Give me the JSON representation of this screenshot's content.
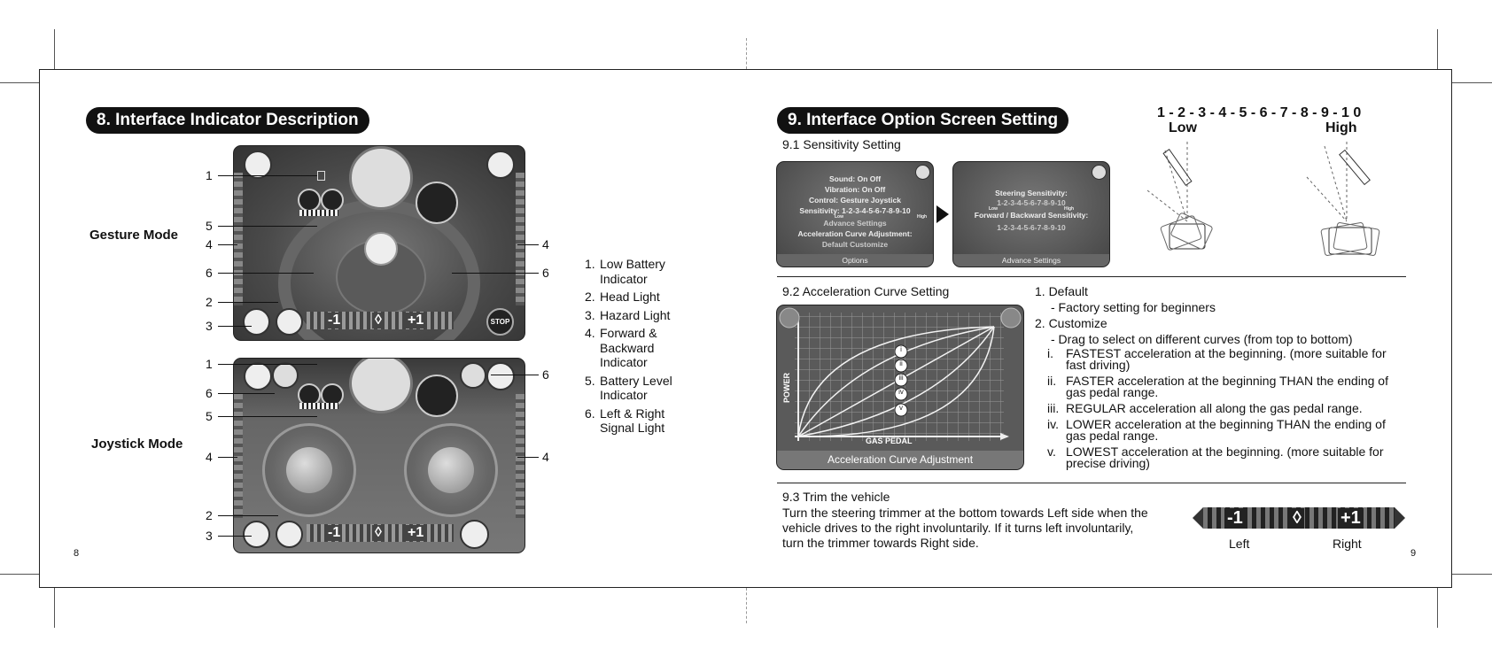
{
  "page_numbers": {
    "left": "8",
    "right": "9"
  },
  "section8": {
    "title": "8. Interface Indicator Description",
    "gesture_mode_label": "Gesture Mode",
    "joystick_mode_label": "Joystick Mode",
    "gesture_callouts": {
      "n1": "1",
      "n5": "5",
      "n4l": "4",
      "n6l": "6",
      "n2": "2",
      "n3": "3",
      "n4r": "4",
      "n6r": "6"
    },
    "joystick_callouts": {
      "n1": "1",
      "n6l": "6",
      "n5": "5",
      "n4l": "4",
      "n2": "2",
      "n3": "3",
      "n6r": "6",
      "n4r": "4"
    },
    "screen_trim": {
      "minus": "-1",
      "plus": "+1",
      "stop": "STOP"
    },
    "legend": [
      {
        "num": "1.",
        "text": "Low Battery",
        "text2": "Indicator"
      },
      {
        "num": "2.",
        "text": "Head Light",
        "text2": ""
      },
      {
        "num": "3.",
        "text": "Hazard Light",
        "text2": ""
      },
      {
        "num": "4.",
        "text": "Forward &",
        "text2": "Backward",
        "text3": "Indicator"
      },
      {
        "num": "5.",
        "text": "Battery Level",
        "text2": "Indicator"
      },
      {
        "num": "6.",
        "text": "Left & Right",
        "text2": "Signal Light"
      }
    ]
  },
  "section9": {
    "title": "9. Interface Option Screen Setting",
    "sub1": "9.1 Sensitivity Setting",
    "options_screen": {
      "sound": "Sound: On  Off",
      "vibration": "Vibration: On  Off",
      "control": "Control: Gesture  Joystick",
      "sensitivity": "Sensitivity: 1-2-3-4-5-6-7-8-9-10",
      "low": "Low",
      "high": "High",
      "advance": "Advance Settings",
      "accel": "Acceleration Curve Adjustment:",
      "default_customize": "Default   Customize",
      "footer": "Options"
    },
    "advance_screen": {
      "steering": "Steering Sensitivity:",
      "scale1": "1-2-3-4-5-6-7-8-9-10",
      "low": "Low",
      "high": "High",
      "fb": "Forward / Backward Sensitivity:",
      "scale2": "1-2-3-4-5-6-7-8-9-10",
      "footer": "Advance Settings"
    },
    "scale_header": "1 - 2 - 3 - 4 - 5 - 6 - 7 - 8 - 9 - 1 0",
    "scale_low": "Low",
    "scale_high": "High",
    "sub2": "9.2 Acceleration Curve Setting",
    "curve_screen": {
      "ylabel": "POWER",
      "xlabel": "GAS PEDAL",
      "footer": "Acceleration Curve Adjustment",
      "markers": [
        "i",
        "ii",
        "iii",
        "iv",
        "v"
      ]
    },
    "curve_text": {
      "l1": "1. Default",
      "l2": "- Factory setting for beginners",
      "l3": "2. Customize",
      "l4": "- Drag to select on different curves (from top to bottom)",
      "items": [
        {
          "n": "i.",
          "a": "FASTEST acceleration at the beginning. (more suitable for",
          "b": "fast driving)"
        },
        {
          "n": "ii.",
          "a": "FASTER acceleration at the beginning THAN the ending of",
          "b": "gas pedal range."
        },
        {
          "n": "iii.",
          "a": "REGULAR acceleration all along the gas pedal range.",
          "b": ""
        },
        {
          "n": "iv.",
          "a": "LOWER acceleration at the beginning THAN the ending of",
          "b": "gas pedal range."
        },
        {
          "n": "v.",
          "a": "LOWEST acceleration at the beginning. (more suitable for",
          "b": "precise driving)"
        }
      ]
    },
    "sub3": "9.3 Trim the vehicle",
    "trim_text": {
      "l1": "Turn the steering trimmer at the bottom towards Left side when the",
      "l2": "vehicle drives to the right involuntarily. If it turns left involuntarily,",
      "l3": "turn the trimmer towards Right side."
    },
    "trim_bar": {
      "minus": "-1",
      "plus": "+1",
      "left": "Left",
      "right": "Right"
    }
  }
}
